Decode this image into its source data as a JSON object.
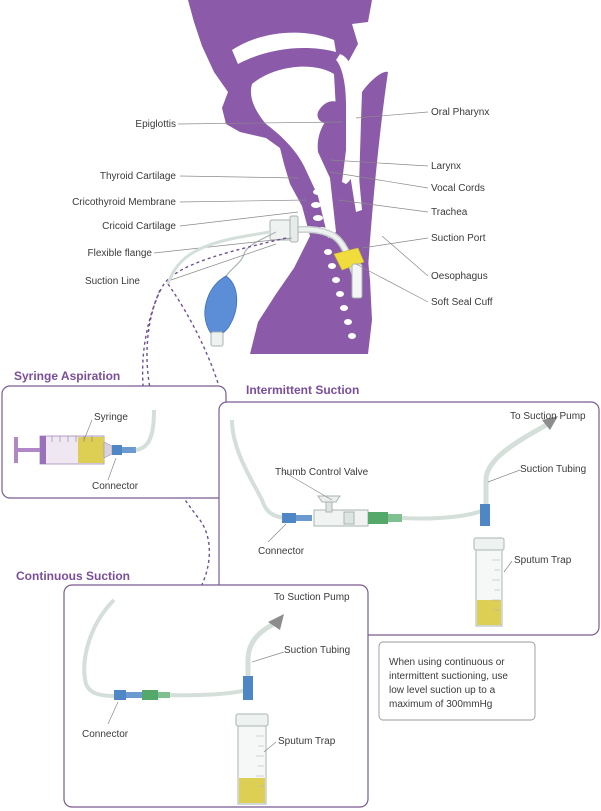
{
  "colors": {
    "anatomy": "#8b5aa8",
    "anatomy_dark": "#6c3e8c",
    "box_border": "#7b5a92",
    "section_title": "#7b4e9c",
    "tubing": "#dfe7e3",
    "tube_outline": "#b9c4bf",
    "connector_blue": "#4f86c6",
    "connector_green": "#53a86a",
    "fluid_yellow": "#dccf54",
    "cuff_yellow": "#f0dc3c",
    "balloon_blue": "#5b8ed6"
  },
  "anatomy_labels": {
    "epiglottis": "Epiglottis",
    "thyroid_cartilage": "Thyroid Cartilage",
    "cricothyroid_membrane": "Cricothyroid Membrane",
    "cricoid_cartilage": "Cricoid Cartilage",
    "flexible_flange": "Flexible flange",
    "suction_line": "Suction Line",
    "oral_pharynx": "Oral Pharynx",
    "larynx": "Larynx",
    "vocal_cords": "Vocal Cords",
    "trachea": "Trachea",
    "suction_port": "Suction Port",
    "oesophagus": "Oesophagus",
    "soft_seal_cuff": "Soft Seal Cuff"
  },
  "syringe_aspiration": {
    "title": "Syringe Aspiration",
    "syringe": "Syringe",
    "connector": "Connector"
  },
  "intermittent_suction": {
    "title": "Intermittent Suction",
    "to_pump": "To Suction Pump",
    "suction_tubing": "Suction Tubing",
    "thumb_valve": "Thumb Control Valve",
    "connector": "Connector",
    "sputum_trap": "Sputum Trap"
  },
  "continuous_suction": {
    "title": "Continuous Suction",
    "to_pump": "To Suction Pump",
    "suction_tubing": "Suction Tubing",
    "connector": "Connector",
    "sputum_trap": "Sputum Trap"
  },
  "note": {
    "line1": "When using continuous or",
    "line2": "intermittent suctioning, use",
    "line3": "low level suction up to a",
    "line4": "maximum of 300mmHg"
  }
}
